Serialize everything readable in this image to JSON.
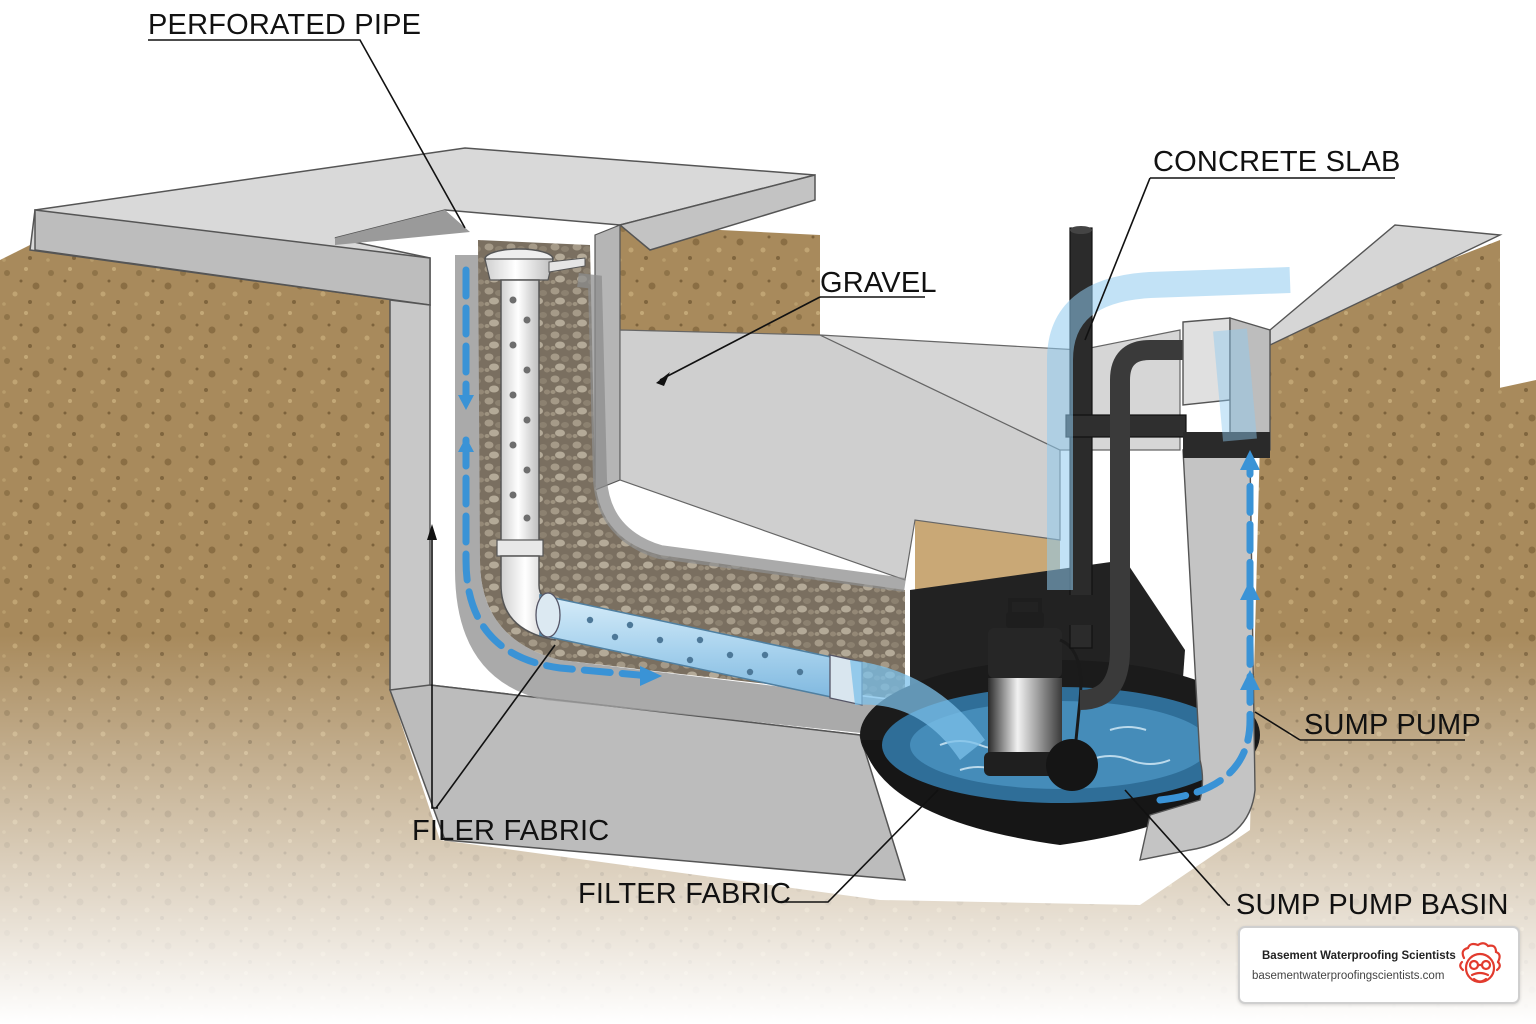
{
  "labels": {
    "perforated_pipe": "PERFORATED PIPE",
    "concrete_slab": "CONCRETE SLAB",
    "gravel": "GRAVEL",
    "sump_pump": "SUMP PUMP",
    "filer_fabric": "FILER FABRIC",
    "filter_fabric": "FILTER FABRIC",
    "sump_pump_basin": "SUMP PUMP BASIN"
  },
  "badge": {
    "name": "Basement Waterproofing Scientists",
    "url": "basementwaterproofingscientists.com",
    "logo_icon": "scientist-face-icon"
  },
  "colors": {
    "soil": "#a88a5c",
    "concrete": "#c9c9c9",
    "water": "#3a93d6",
    "basin": "#1b1b1b",
    "logo": "#e23b2e"
  }
}
